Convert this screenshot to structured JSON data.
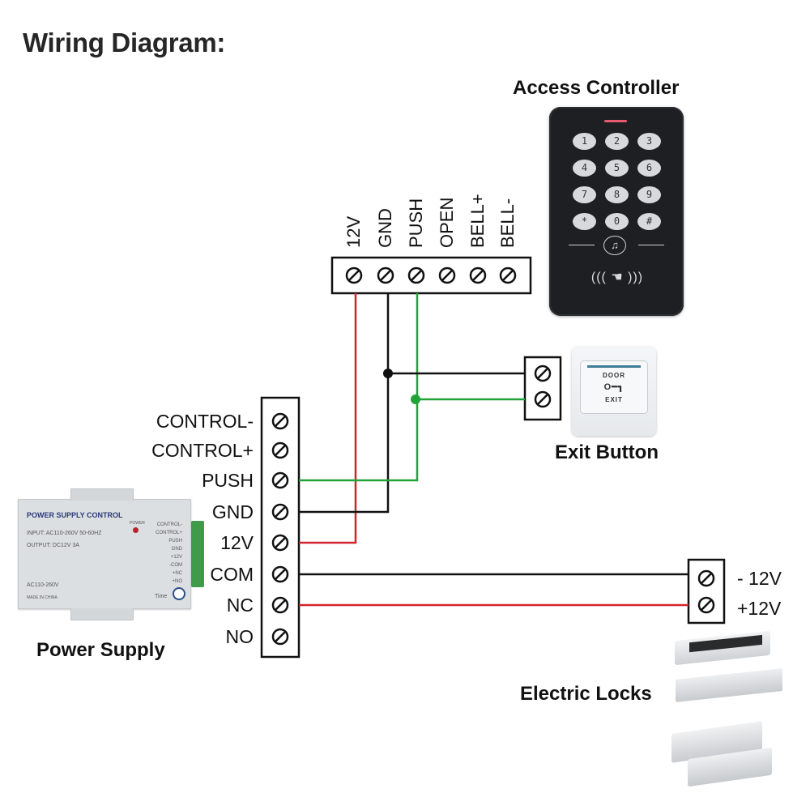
{
  "title": "Wiring Diagram:",
  "access_controller": {
    "heading": "Access Controller",
    "terminals": [
      "12V",
      "GND",
      "PUSH",
      "OPEN",
      "BELL+",
      "BELL-"
    ],
    "keys": [
      "1",
      "2",
      "3",
      "4",
      "5",
      "6",
      "7",
      "8",
      "9",
      "*",
      "0",
      "#"
    ],
    "bell_icon": "bell-icon",
    "rfid_symbol": "((( ☚ )))"
  },
  "exit_button": {
    "heading": "Exit Button",
    "face_top": "DOOR",
    "face_key": "O━┓",
    "face_bottom": "EXIT"
  },
  "power_supply": {
    "heading": "Power Supply",
    "terminals": [
      "CONTROL-",
      "CONTROL+",
      "PUSH",
      "GND",
      "12V",
      "COM",
      "NC",
      "NO"
    ],
    "device": {
      "brand": "POWER SUPPLY CONTROL",
      "input": "INPUT: AC110-260V 50-60HZ",
      "output": "OUTPUT: DC12V  3A",
      "power_label": "POWER",
      "ac_label": "AC110-260V",
      "made_in": "MADE IN CHINA",
      "time_label": "Time",
      "terminal_labels": [
        "CONTROL-",
        "CONTROL+",
        "PUSH",
        "GND",
        "+12V",
        "-COM",
        "+NC",
        "+NO"
      ]
    }
  },
  "electric_locks": {
    "heading": "Electric Locks",
    "terminals": [
      "- 12V",
      "+12V"
    ]
  },
  "wire_colors": {
    "red": "#d2232a",
    "black": "#111111",
    "green": "#22a33a"
  },
  "connections": [
    {
      "from": "Access Controller 12V",
      "to": "Power Supply 12V",
      "color": "red"
    },
    {
      "from": "Access Controller GND",
      "to": "Power Supply GND",
      "color": "black"
    },
    {
      "from": "Access Controller PUSH",
      "to": "Power Supply PUSH",
      "color": "green"
    },
    {
      "from": "Access Controller GND",
      "to": "Exit Button terminal 1",
      "color": "black"
    },
    {
      "from": "Access Controller PUSH",
      "to": "Exit Button terminal 2",
      "color": "green"
    },
    {
      "from": "Power Supply COM",
      "to": "Electric Locks - 12V",
      "color": "black"
    },
    {
      "from": "Power Supply NC",
      "to": "Electric Locks +12V",
      "color": "red"
    }
  ]
}
